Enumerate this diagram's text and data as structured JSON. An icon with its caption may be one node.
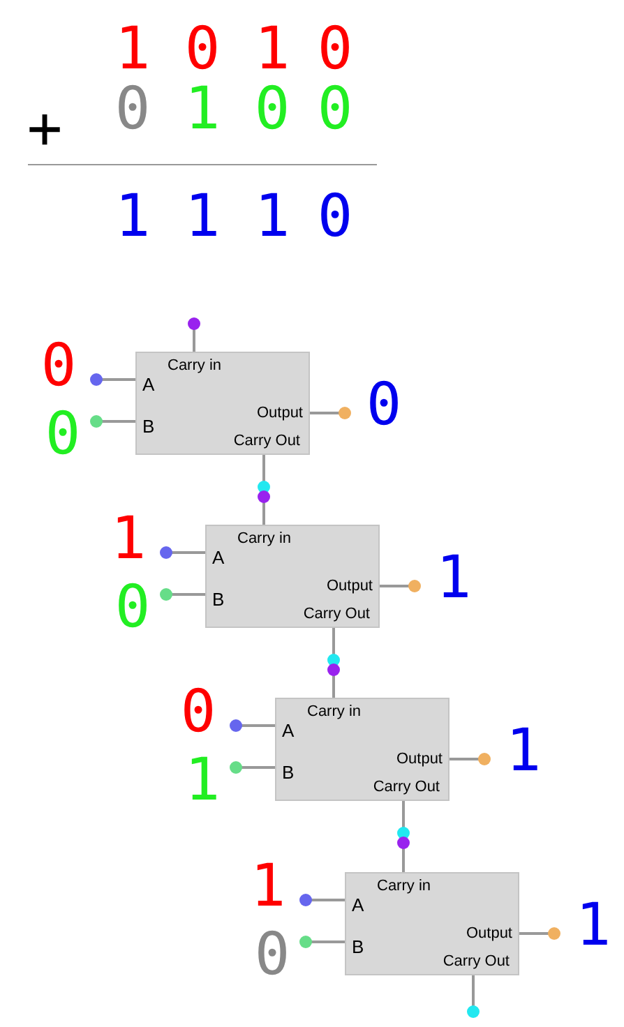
{
  "diagram": {
    "nodes": [
      {
        "text": [
          "Carry in",
          "A",
          "B",
          "Output",
          "Carry Out"
        ],
        "beside": [
          "0",
          "0",
          "0"
        ]
      },
      {
        "text": [
          "Carry in",
          "A",
          "B",
          "Output",
          "Carry Out"
        ],
        "beside": [
          "1",
          "0",
          "1"
        ]
      },
      {
        "text": [
          "Carry in",
          "A",
          "B",
          "Output",
          "Carry Out"
        ],
        "beside": [
          "0",
          "1",
          "1"
        ]
      },
      {
        "text": [
          "Carry in",
          "A",
          "B",
          "Output",
          "Carry Out"
        ],
        "beside": [
          "1",
          "0",
          "1"
        ]
      }
    ],
    "edges": [
      {
        "from": null,
        "to": 0,
        "arrow": "other"
      },
      {
        "from": null,
        "to": 0,
        "arrow": "other"
      },
      {
        "from": null,
        "to": 0,
        "arrow": "other"
      },
      {
        "from": 0,
        "to": null,
        "arrow": "other"
      },
      {
        "from": 0,
        "to": 1,
        "arrow": "other"
      },
      {
        "from": null,
        "to": 1,
        "arrow": "other"
      },
      {
        "from": null,
        "to": 1,
        "arrow": "other"
      },
      {
        "from": 1,
        "to": null,
        "arrow": "other"
      },
      {
        "from": 1,
        "to": 2,
        "arrow": "other"
      },
      {
        "from": null,
        "to": 2,
        "arrow": "other"
      },
      {
        "from": null,
        "to": 2,
        "arrow": "other"
      },
      {
        "from": 2,
        "to": null,
        "arrow": "other"
      },
      {
        "from": 2,
        "to": 3,
        "arrow": "other"
      },
      {
        "from": null,
        "to": 3,
        "arrow": "other"
      },
      {
        "from": null,
        "to": 3,
        "arrow": "other"
      },
      {
        "from": 3,
        "to": null,
        "arrow": "other"
      },
      {
        "from": 3,
        "to": null,
        "arrow": "other"
      }
    ],
    "labels": [
      "1",
      "0",
      "1",
      "0",
      "+",
      "0",
      "1",
      "0",
      "0",
      "1",
      "1",
      "1",
      "0"
    ]
  }
}
